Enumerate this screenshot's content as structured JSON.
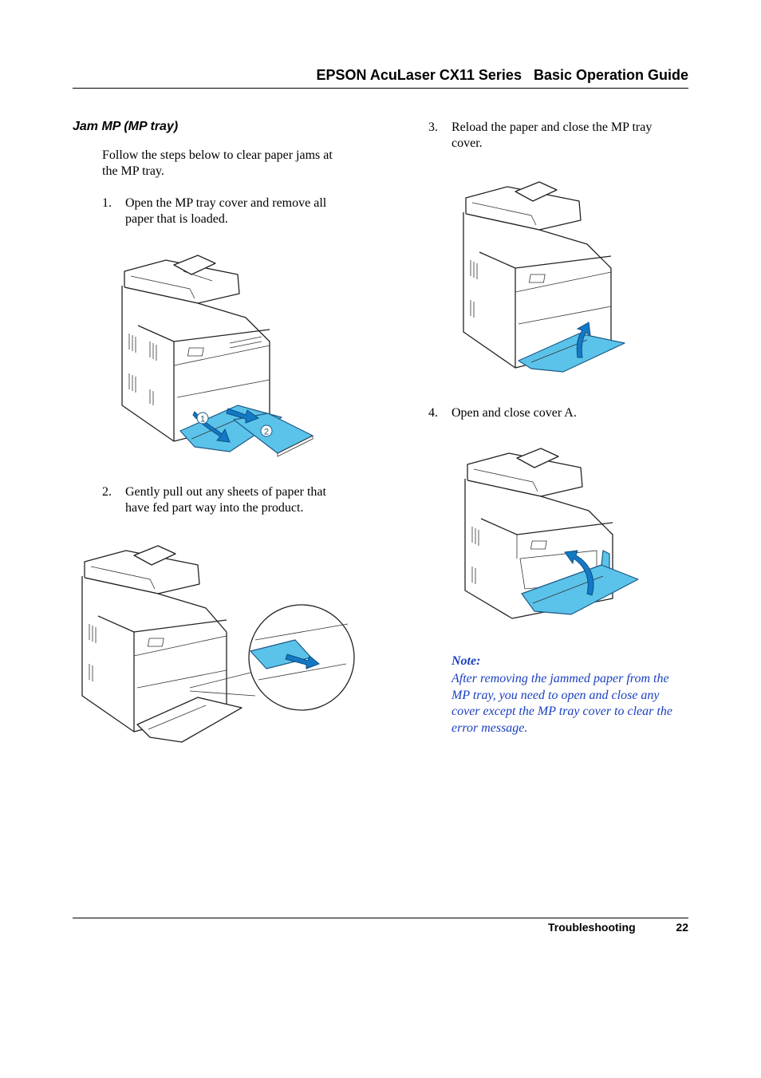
{
  "header": {
    "title": "EPSON AcuLaser CX11 Series   Basic Operation Guide"
  },
  "section": {
    "title": "Jam MP (MP tray)",
    "intro": [
      "Follow the steps below to clear paper jams at",
      "the MP tray."
    ]
  },
  "steps": [
    {
      "num": "1.",
      "lines": [
        "Open the MP tray cover and remove all",
        "paper that is loaded."
      ]
    },
    {
      "num": "2.",
      "lines": [
        "Gently pull out any sheets of paper that",
        "have fed part way into the product."
      ]
    },
    {
      "num": "3.",
      "lines": [
        "Reload the paper and close the MP tray",
        "cover."
      ]
    },
    {
      "num": "4.",
      "lines": [
        "Open and close cover A."
      ]
    }
  ],
  "figure_callouts": [
    "1",
    "2"
  ],
  "note": {
    "heading": "Note:",
    "lines": [
      "After removing the jammed paper from the",
      "MP tray, you need to open and close any",
      "cover except the MP tray cover to clear the",
      "error message."
    ]
  },
  "footer": {
    "label": "Troubleshooting",
    "page": "22"
  },
  "colors": {
    "note_text": "#1a3fc0",
    "tray_blue": "#5bc3ea",
    "arrow_blue": "#1479c4"
  }
}
